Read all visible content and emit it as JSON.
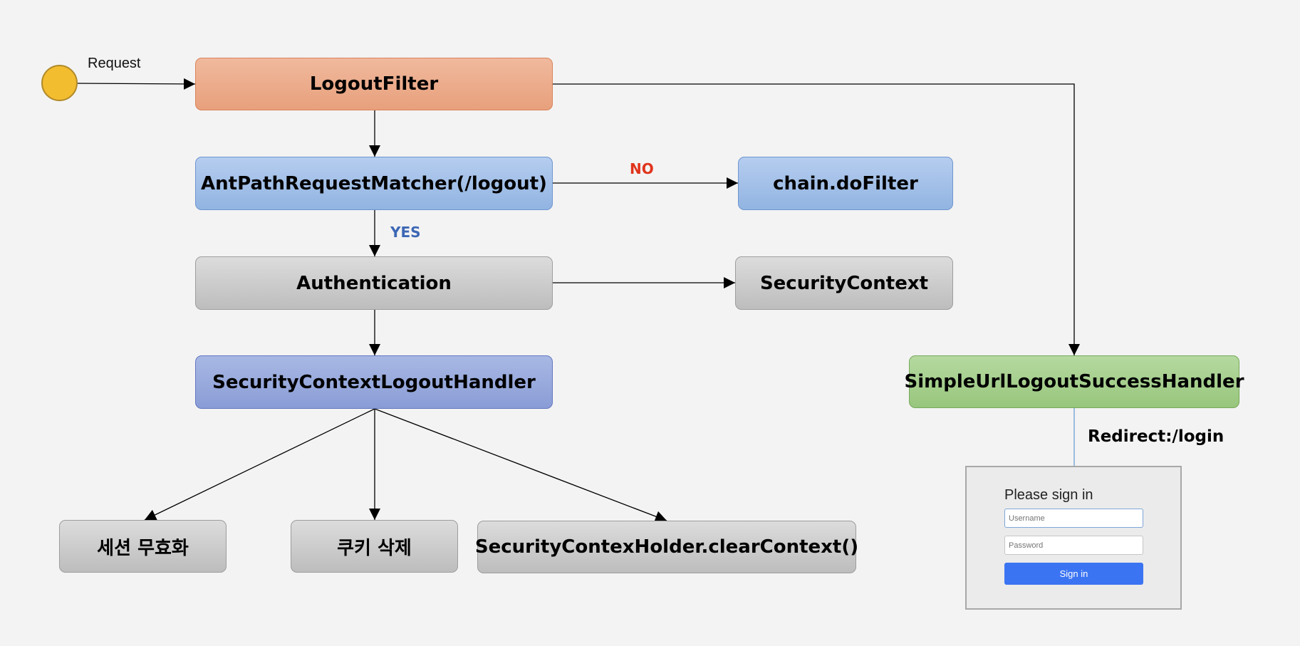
{
  "start_label": "Request",
  "nodes": {
    "logout_filter": "LogoutFilter",
    "ant_path_matcher": "AntPathRequestMatcher(/logout)",
    "chain_do_filter": "chain.doFilter",
    "authentication": "Authentication",
    "security_context": "SecurityContext",
    "security_context_logout_handler": "SecurityContextLogoutHandler",
    "simple_url_logout_success_handler": "SimpleUrlLogoutSuccessHandler",
    "session_invalidate": "세션 무효화",
    "cookie_delete": "쿠키 삭제",
    "clear_context": "SecurityContexHolder.clearContext()"
  },
  "edge_labels": {
    "no": "NO",
    "yes": "YES",
    "redirect": "Redirect:/login"
  },
  "colors": {
    "no": "#e0341c",
    "yes": "#3d67b5",
    "start_fill": "#f3bd30",
    "signin_button": "#3b74f3"
  },
  "login_form": {
    "title": "Please sign in",
    "username_placeholder": "Username",
    "password_placeholder": "Password",
    "button_label": "Sign in"
  }
}
